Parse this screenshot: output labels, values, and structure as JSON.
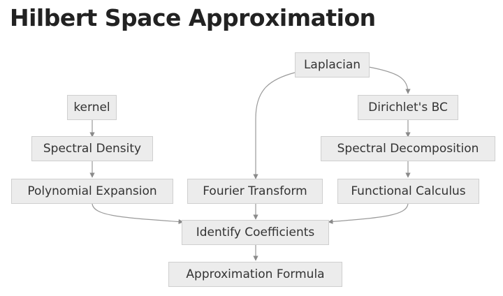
{
  "title": "Hilbert Space Approximation",
  "nodes": {
    "laplacian": "Laplacian",
    "kernel": "kernel",
    "dirichlet_bc": "Dirichlet's BC",
    "spectral_density": "Spectral Density",
    "spectral_decomposition": "Spectral Decomposition",
    "polynomial_expansion": "Polynomial Expansion",
    "fourier_transform": "Fourier Transform",
    "functional_calculus": "Functional Calculus",
    "identify_coefficients": "Identify Coefficients",
    "approximation_formula": "Approximation Formula"
  },
  "edges": [
    [
      "laplacian",
      "dirichlet_bc"
    ],
    [
      "laplacian",
      "fourier_transform"
    ],
    [
      "kernel",
      "spectral_density"
    ],
    [
      "spectral_density",
      "polynomial_expansion"
    ],
    [
      "dirichlet_bc",
      "spectral_decomposition"
    ],
    [
      "spectral_decomposition",
      "functional_calculus"
    ],
    [
      "polynomial_expansion",
      "identify_coefficients"
    ],
    [
      "fourier_transform",
      "identify_coefficients"
    ],
    [
      "functional_calculus",
      "identify_coefficients"
    ],
    [
      "identify_coefficients",
      "approximation_formula"
    ]
  ]
}
